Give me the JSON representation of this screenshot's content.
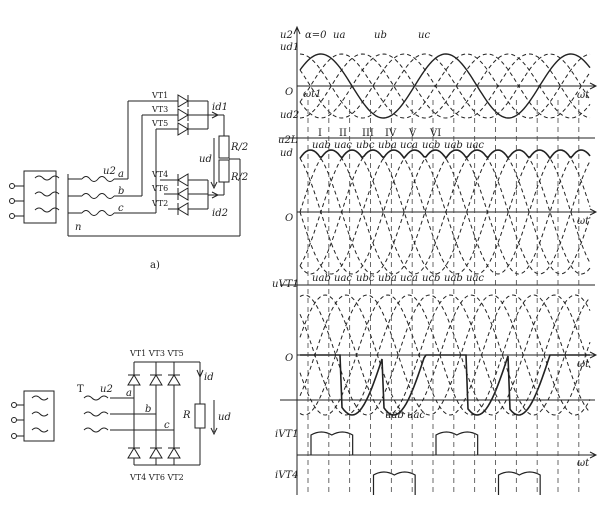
{
  "circuit_a": {
    "caption": "a)",
    "thyristors": [
      "VT1",
      "VT3",
      "VT5",
      "VT4",
      "VT6",
      "VT2"
    ],
    "phases": [
      "a",
      "b",
      "c"
    ],
    "neutral": "n",
    "u2": "u2",
    "id1": "id1",
    "id2": "id2",
    "ud": "ud",
    "r_top": "R/2",
    "r_bot": "R/2"
  },
  "circuit_b": {
    "top_row": "VT1 VT3 VT5",
    "bottom_row": "VT4 VT6 VT2",
    "transformer": "T",
    "u2": "u2",
    "phases": [
      "a",
      "b",
      "c"
    ],
    "id": "id",
    "ud": "ud",
    "r": "R"
  },
  "waveforms": {
    "panel1": {
      "y_labels": [
        "u2",
        "ud1"
      ],
      "alpha": "α=0",
      "phase_labels": [
        "ua",
        "ub",
        "uc"
      ],
      "origin": "O",
      "wt1": "ωt1",
      "x_label": "ωt",
      "bottom_label": "ud2"
    },
    "panel2": {
      "y_labels": [
        "u2L",
        "ud"
      ],
      "intervals": [
        "I",
        "II",
        "III",
        "IV",
        "V",
        "VI"
      ],
      "line_voltages": [
        "uab",
        "uac",
        "ubc",
        "uba",
        "uca",
        "ucb",
        "uab",
        "uac"
      ],
      "origin": "O",
      "x_label": "ωt"
    },
    "panel3": {
      "y_label": "uVT1",
      "line_voltages": [
        "uab",
        "uac",
        "ubc",
        "uba",
        "uca",
        "ucb",
        "uab",
        "uac"
      ],
      "origin": "O",
      "x_label": "ωt",
      "bottom_labels": [
        "uab",
        "uac"
      ]
    },
    "panel4": {
      "y_label": "iVT1",
      "x_label": "ωt"
    },
    "panel5": {
      "y_label": "iVT4"
    }
  }
}
